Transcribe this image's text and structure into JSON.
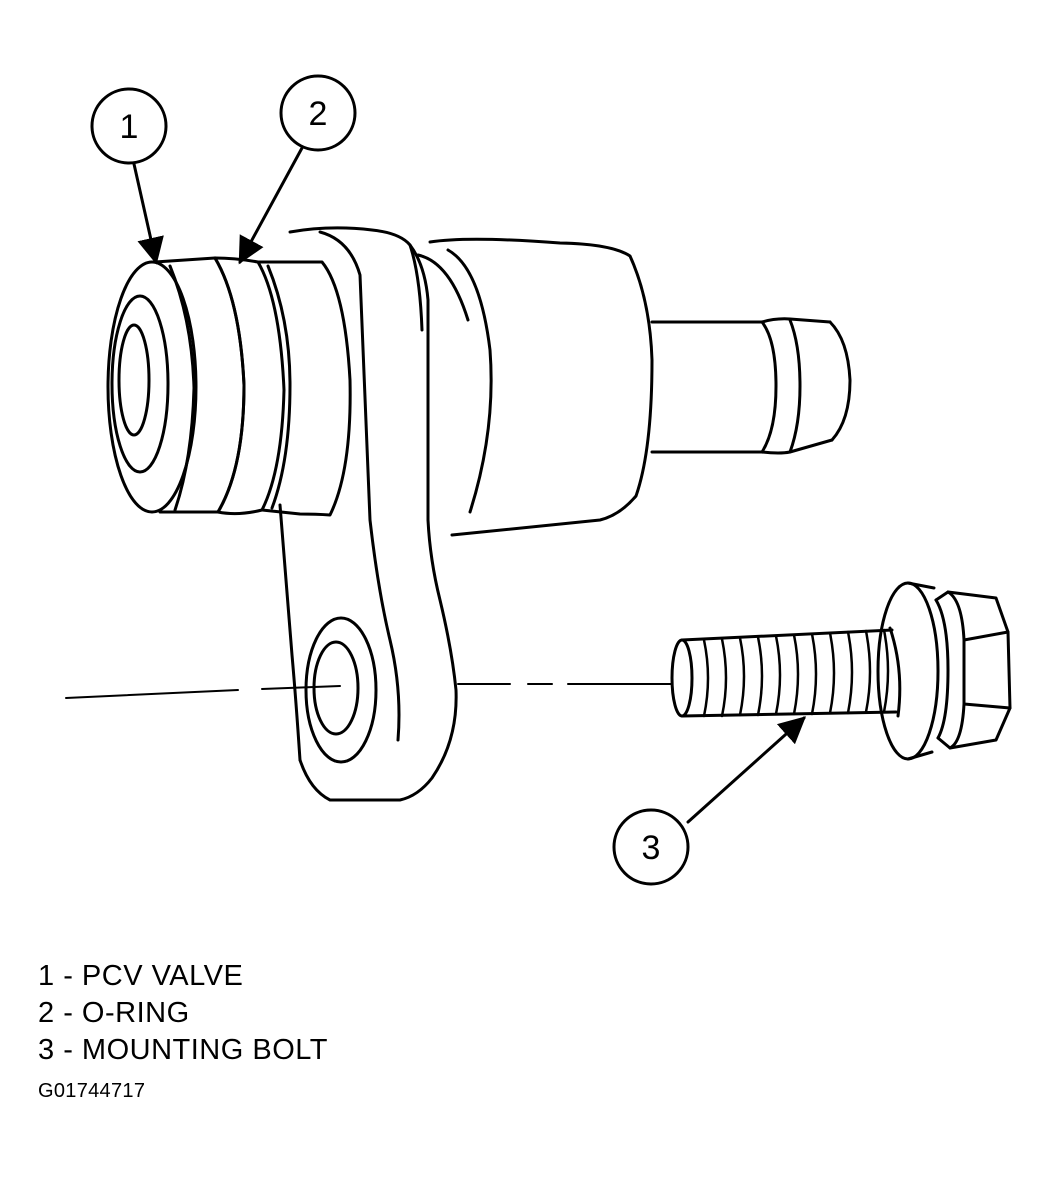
{
  "callouts": [
    {
      "number": "1"
    },
    {
      "number": "2"
    },
    {
      "number": "3"
    }
  ],
  "legend": [
    {
      "number": "1",
      "label": "PCV VALVE"
    },
    {
      "number": "2",
      "label": "O-RING"
    },
    {
      "number": "3",
      "label": "MOUNTING BOLT"
    }
  ],
  "figure_id": "G01744717"
}
